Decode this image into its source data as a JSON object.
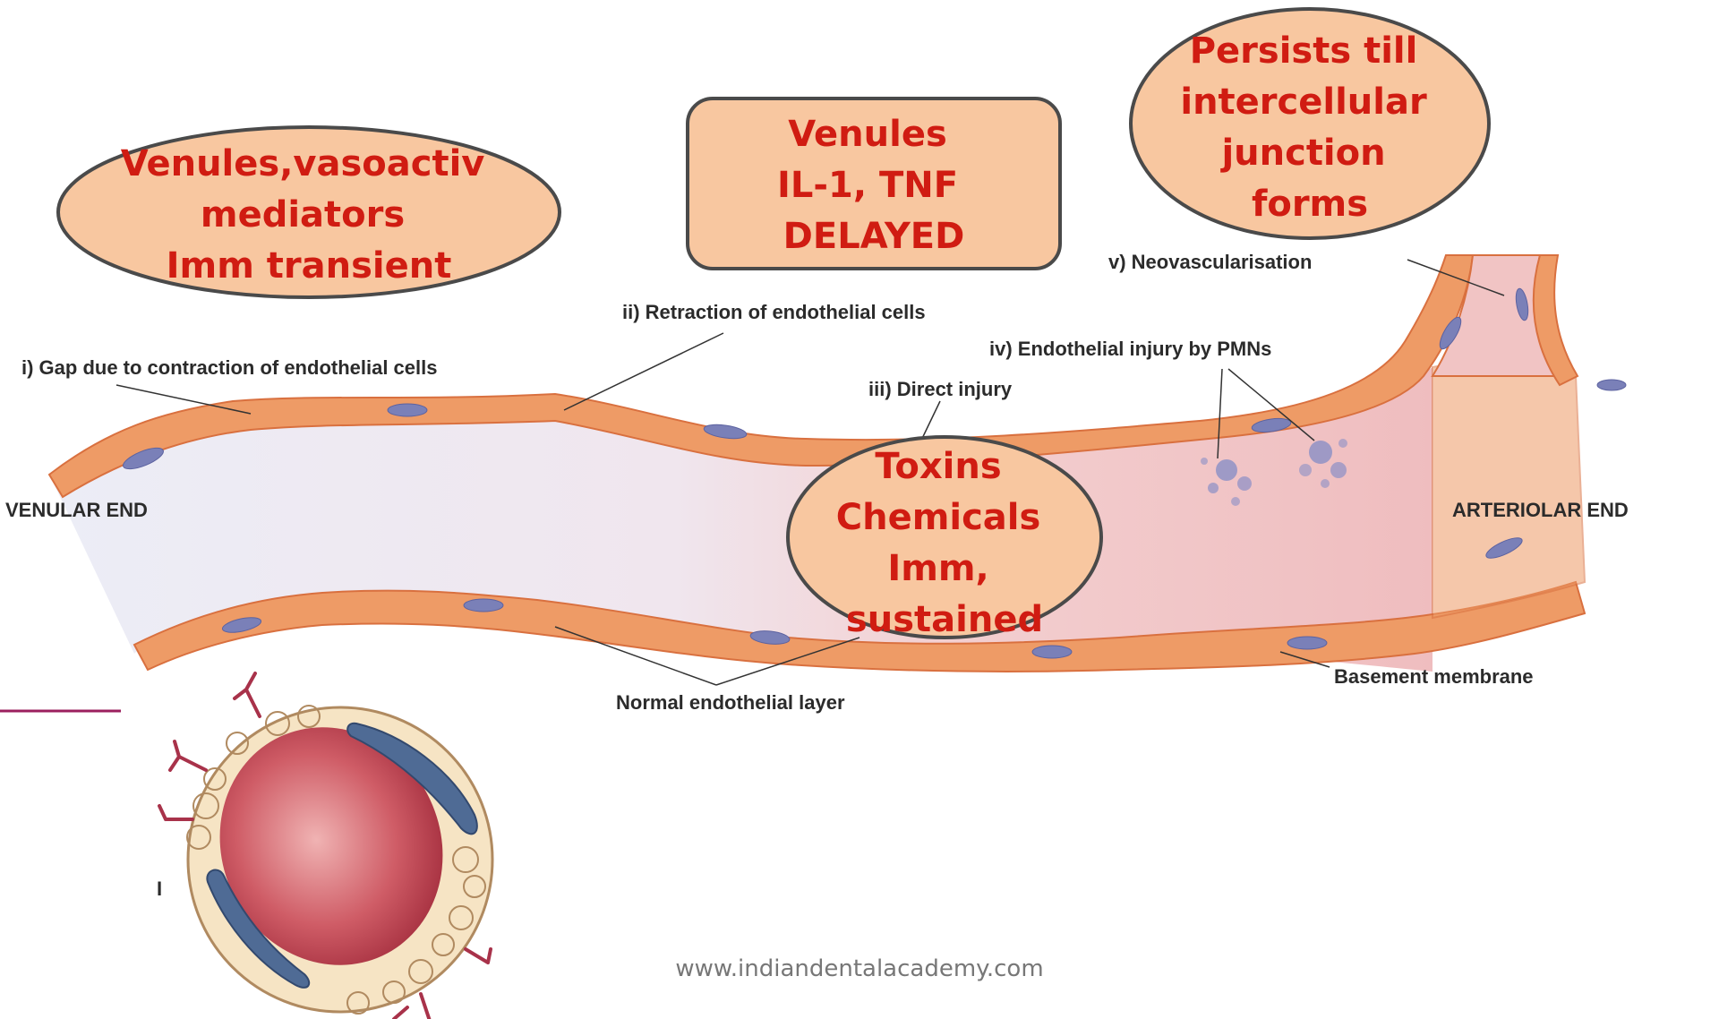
{
  "callouts": {
    "immediate_transient": {
      "lines": [
        "Venules,vasoactiv",
        "mediators",
        "Imm transient"
      ]
    },
    "delayed": {
      "lines": [
        "Venules",
        "IL-1, TNF",
        "DELAYED"
      ]
    },
    "persists": {
      "lines": [
        "Persists till",
        "intercellular",
        "junction",
        "forms"
      ]
    },
    "direct_injury": {
      "lines": [
        "Toxins",
        "Chemicals",
        "Imm,",
        "sustained"
      ]
    }
  },
  "labels": {
    "gap": "i) Gap due to contraction of endothelial cells",
    "retraction": "ii) Retraction of endothelial cells",
    "direct_injury": "iii) Direct injury",
    "pmn_injury": "iv) Endothelial injury by PMNs",
    "neovascularisation": "v) Neovascularisation",
    "venular_end": "VENULAR END",
    "arteriolar_end": "ARTERIOLAR END",
    "normal_layer": "Normal endothelial layer",
    "basement_membrane": "Basement membrane",
    "cross_section_mark": "I"
  },
  "footer": {
    "url": "www.indiandentalacademy.com"
  },
  "colors": {
    "callout_fill": "#f8c7a0",
    "callout_stroke": "#4a4a4a",
    "callout_text": "#d01c12",
    "endothelium": "#ee9b66",
    "endothelium_dark": "#d9703f",
    "nucleus": "#7a80b8",
    "lumen_venular": "#e9e9f3",
    "lumen_arteriolar": "#f1c4c4",
    "divider": "#9b1f5e"
  }
}
